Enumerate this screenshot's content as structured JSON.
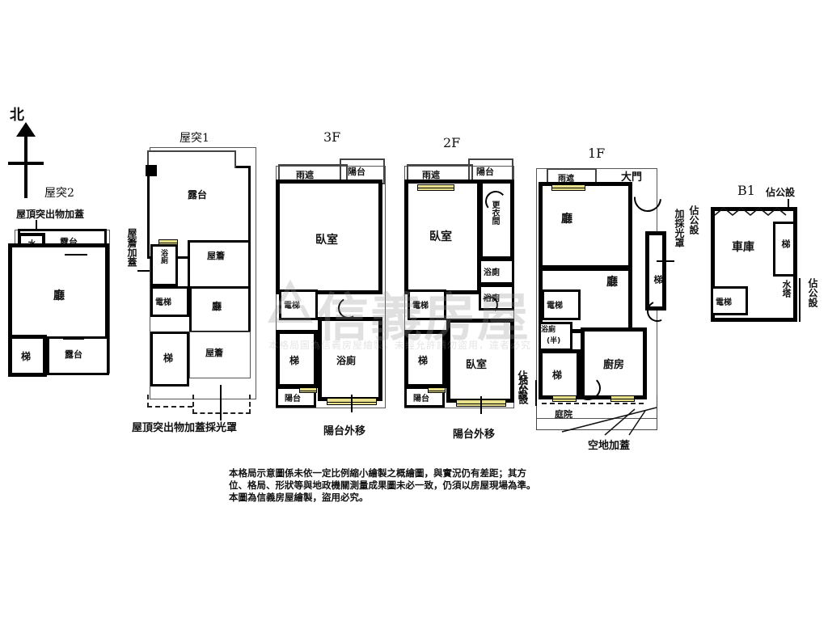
{
  "meta": {
    "compass_label": "北",
    "watermark_text": "信義房屋",
    "watermark_fine": "本格局圖為信義房屋繪製，未經允許請勿盜用，違者必究",
    "disclaimer": [
      "本格局示意圖係未依一定比例縮小繪製之概繪圖，與實況仍有差距；其方",
      "位、格局、形狀等與地政機關測量成果圖未必一致，仍須以房屋現場為準。",
      "本圖為信義房屋繪製，盜用必究。"
    ]
  },
  "floors": [
    {
      "id": "rooftop2",
      "title": "屋突2",
      "subtitle": "屋頂突出物加蓋",
      "rooms": [
        {
          "name": "水塔"
        },
        {
          "name": "露台"
        },
        {
          "name": "廳"
        },
        {
          "name": "梯"
        },
        {
          "name": "露台"
        }
      ]
    },
    {
      "id": "rooftop1",
      "title": "屋突1",
      "side_label": "屋簷加蓋",
      "bottom_label": "屋頂突出物加蓋採光罩",
      "rooms": [
        {
          "name": "露台"
        },
        {
          "name": "浴廁"
        },
        {
          "name": "屋簷"
        },
        {
          "name": "電梯"
        },
        {
          "name": "廳"
        },
        {
          "name": "梯"
        },
        {
          "name": "屋簷"
        }
      ]
    },
    {
      "id": "f3",
      "title": "3F",
      "bottom_label": "陽台外移",
      "rooms": [
        {
          "name": "雨遮"
        },
        {
          "name": "陽台"
        },
        {
          "name": "臥室"
        },
        {
          "name": "電梯"
        },
        {
          "name": "梯"
        },
        {
          "name": "浴廁"
        },
        {
          "name": "陽台"
        }
      ]
    },
    {
      "id": "f2",
      "title": "2F",
      "bottom_label": "陽台外移",
      "side_label": "佔公設",
      "rooms": [
        {
          "name": "雨遮"
        },
        {
          "name": "陽台"
        },
        {
          "name": "臥室"
        },
        {
          "name": "更衣間"
        },
        {
          "name": "浴廁"
        },
        {
          "name": "浴廁"
        },
        {
          "name": "電梯"
        },
        {
          "name": "梯"
        },
        {
          "name": "臥室"
        },
        {
          "name": "陽台"
        }
      ]
    },
    {
      "id": "f1",
      "title": "1F",
      "door_label": "大門",
      "side_label": "加採光罩",
      "side_label2": "佔公設",
      "left_label": "佔公設",
      "bottom_label": "空地加蓋",
      "rooms": [
        {
          "name": "雨遮"
        },
        {
          "name": "廳"
        },
        {
          "name": "廳"
        },
        {
          "name": "梯"
        },
        {
          "name": "電梯"
        },
        {
          "name": "浴廁\n(半)"
        },
        {
          "name": "梯"
        },
        {
          "name": "廚房"
        },
        {
          "name": "庭院"
        }
      ]
    },
    {
      "id": "b1",
      "title": "B1",
      "top_label": "佔公設",
      "right_label": "佔公設",
      "rooms": [
        {
          "name": "車庫"
        },
        {
          "name": "梯"
        },
        {
          "name": "電梯"
        },
        {
          "name": "水塔"
        }
      ]
    }
  ],
  "labels": {
    "rooftop2_title": "屋突2",
    "rooftop2_sub": "屋頂突出物加蓋",
    "rooftop2_watertank": "水塔",
    "rooftop2_terrace_top": "露台",
    "rooftop2_hall": "廳",
    "rooftop2_stair": "梯",
    "rooftop2_terrace_bottom": "露台",
    "rooftop1_title": "屋突1",
    "rooftop1_side": "屋簷加蓋",
    "rooftop1_terrace": "露台",
    "rooftop1_bath": "浴廁",
    "rooftop1_eave_top": "屋簷",
    "rooftop1_elevator": "電梯",
    "rooftop1_hall": "廳",
    "rooftop1_stair": "梯",
    "rooftop1_eave_bottom": "屋簷",
    "rooftop1_bottom": "屋頂突出物加蓋採光罩",
    "f3_title": "3F",
    "f3_canopy": "雨遮",
    "f3_balcony_top": "陽台",
    "f3_bedroom": "臥室",
    "f3_elevator": "電梯",
    "f3_stair": "梯",
    "f3_bath": "浴廁",
    "f3_balcony_bottom": "陽台",
    "f3_bottom": "陽台外移",
    "f2_title": "2F",
    "f2_canopy": "雨遮",
    "f2_balcony_top": "陽台",
    "f2_bedroom_top": "臥室",
    "f2_closet": "更衣間",
    "f2_bath1": "浴廁",
    "f2_bath2": "浴廁",
    "f2_elevator": "電梯",
    "f2_stair": "梯",
    "f2_bedroom_bottom": "臥室",
    "f2_balcony_bottom": "陽台",
    "f2_bottom": "陽台外移",
    "f2_side": "佔公設",
    "f1_title": "1F",
    "f1_canopy": "雨遮",
    "f1_maindoor": "大門",
    "f1_hall_top": "廳",
    "f1_hall_mid": "廳",
    "f1_stair_right": "梯",
    "f1_elevator": "電梯",
    "f1_halfbath": "浴廁",
    "f1_halfbath2": "(半)",
    "f1_stair": "梯",
    "f1_kitchen": "廚房",
    "f1_yard": "庭院",
    "f1_side": "加採光罩",
    "f1_side2": "佔公設",
    "f1_left": "佔公設",
    "f1_bottom": "空地加蓋",
    "b1_title": "B1",
    "b1_top": "佔公設",
    "b1_garage": "車庫",
    "b1_stair": "梯",
    "b1_elevator": "電梯",
    "b1_watertank": "水塔",
    "b1_right": "佔公設"
  }
}
